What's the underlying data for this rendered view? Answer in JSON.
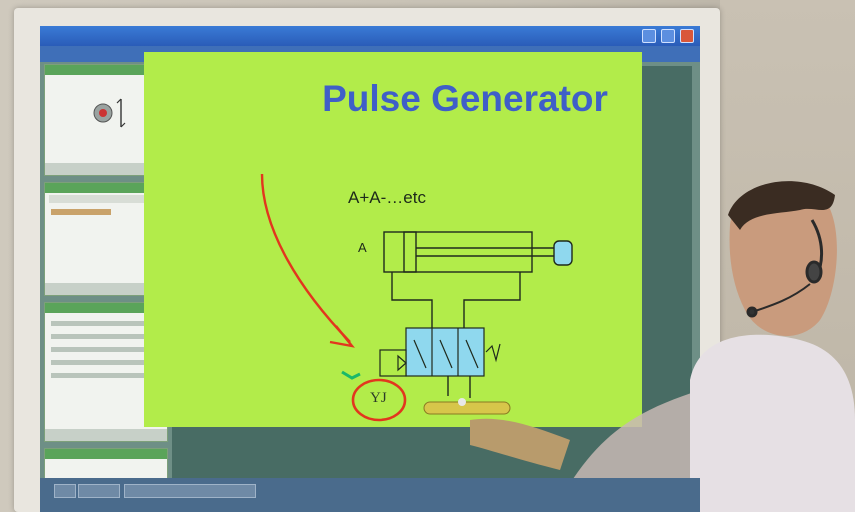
{
  "slide": {
    "title": "Pulse Generator",
    "formula": "A+A-…etc",
    "cylinder_label": "A",
    "circled_label": "YJ"
  },
  "colors": {
    "slide_background": "#b2ec4a",
    "title_color": "#3f5fc8",
    "annotation_red": "#e2361e",
    "valve_blue": "#8fd8ee"
  },
  "icons": [
    "camera-icon",
    "laser-pointer-icon",
    "headset-icon"
  ]
}
